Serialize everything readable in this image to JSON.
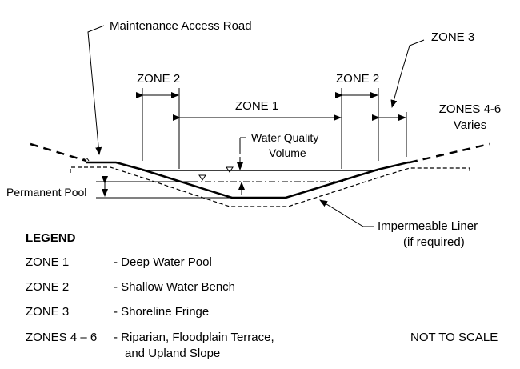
{
  "diagram": {
    "labels": {
      "access_road": "Maintenance Access Road",
      "zone3_top": "ZONE 3",
      "zone2_left": "ZONE 2",
      "zone2_right": "ZONE 2",
      "zone1": "ZONE 1",
      "zones46_line1": "ZONES 4-6",
      "zones46_line2": "Varies",
      "wqv_line1": "Water Quality",
      "wqv_line2": "Volume",
      "permanent_pool": "Permanent Pool",
      "liner_line1": "Impermeable Liner",
      "liner_line2": "(if required)",
      "not_to_scale": "NOT TO SCALE"
    },
    "legend": {
      "title": "LEGEND",
      "items": [
        {
          "code": "ZONE 1",
          "desc": "-  Deep Water Pool"
        },
        {
          "code": "ZONE 2",
          "desc": "-  Shallow Water Bench"
        },
        {
          "code": "ZONE 3",
          "desc": "-  Shoreline Fringe"
        },
        {
          "code": "ZONES 4 – 6",
          "desc": "-  Riparian, Floodplain Terrace,",
          "desc2": "and Upland Slope"
        }
      ]
    }
  }
}
